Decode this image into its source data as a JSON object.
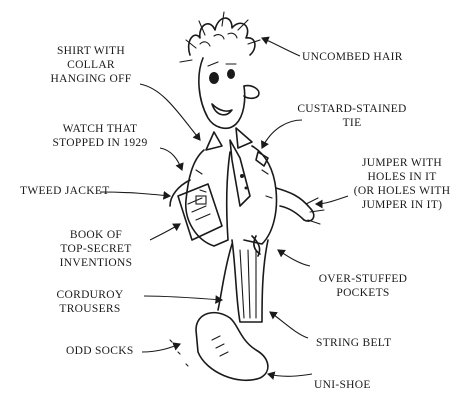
{
  "labels": {
    "uncombed_hair": "UNCOMBED HAIR",
    "shirt_collar": [
      "SHIRT WITH",
      "COLLAR",
      "HANGING OFF"
    ],
    "custard_tie": [
      "CUSTARD-STAINED",
      "TIE"
    ],
    "watch": [
      "WATCH THAT",
      "STOPPED IN 1929"
    ],
    "jumper": [
      "JUMPER WITH",
      "HOLES IN IT",
      "(OR HOLES WITH",
      "JUMPER IN IT)"
    ],
    "tweed_jacket": "TWEED JACKET",
    "book": [
      "BOOK OF",
      "TOP-SECRET",
      "INVENTIONS"
    ],
    "pockets": [
      "OVER-STUFFED",
      "POCKETS"
    ],
    "corduroy": [
      "CORDUROY",
      "TROUSERS"
    ],
    "string_belt": "STRING BELT",
    "odd_socks": "ODD SOCKS",
    "uni_shoe": "UNI-SHOE"
  },
  "colors": {
    "ink": "#1a1a1a",
    "background": "#ffffff"
  }
}
